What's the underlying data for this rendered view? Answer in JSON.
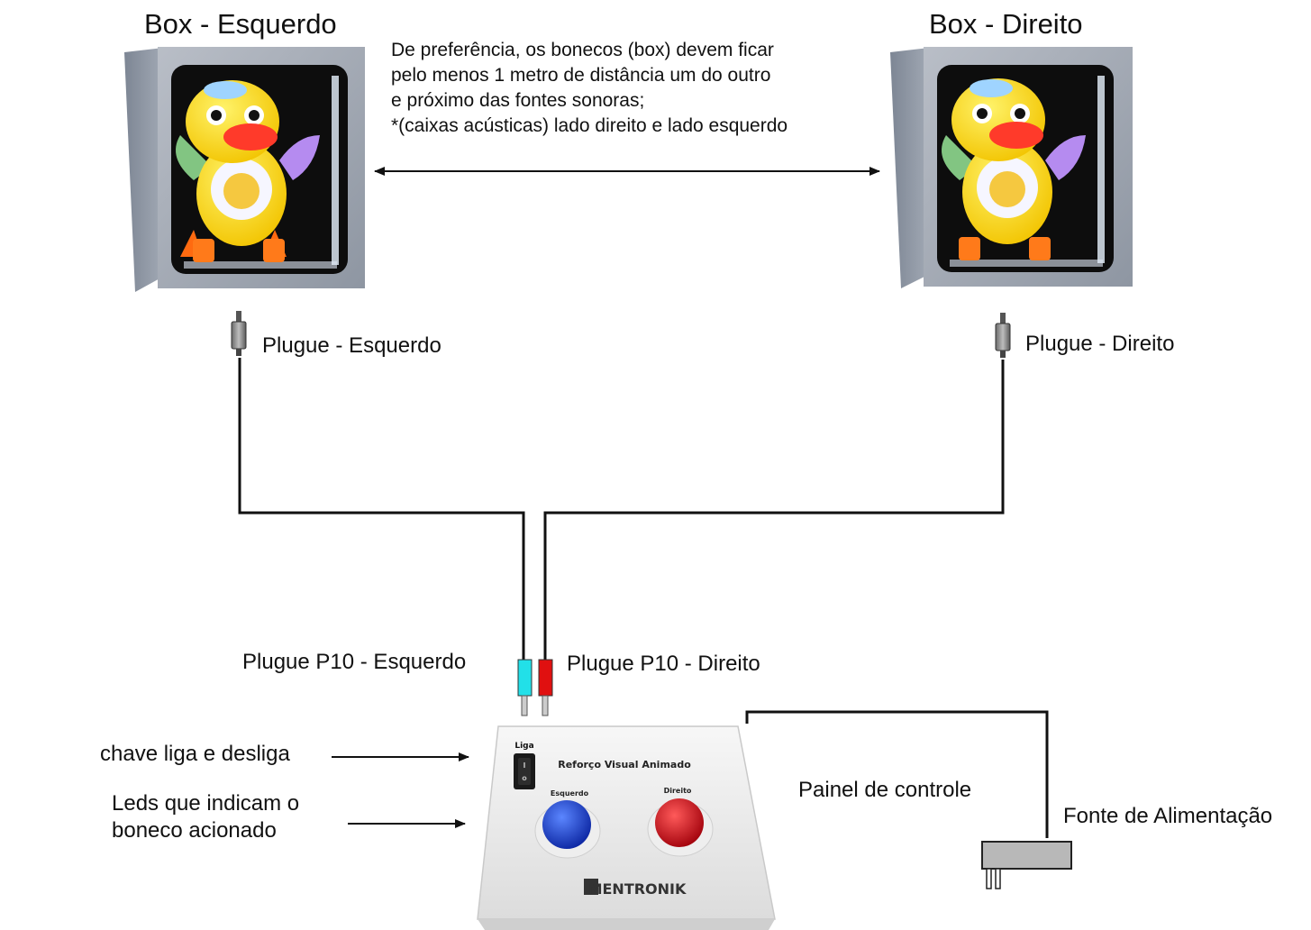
{
  "boxes": {
    "left_title": "Box - Esquerdo",
    "right_title": "Box - Direito"
  },
  "note": {
    "lines": [
      "De preferência, os bonecos (box) devem ficar",
      "pelo menos 1 metro de distância um do outro",
      "e próximo das fontes sonoras;",
      "*(caixas acústicas) lado direito e lado esquerdo"
    ]
  },
  "plugs": {
    "left": "Plugue - Esquerdo",
    "right": "Plugue - Direito",
    "p10_left": "Plugue P10 - Esquerdo",
    "p10_right": "Plugue P10 - Direito",
    "p10_left_color": "#22e0e8",
    "p10_right_color": "#e01010"
  },
  "labels": {
    "switch": "chave liga e desliga",
    "leds_line1": "Leds que indicam o",
    "leds_line2": "boneco acionado",
    "panel": "Painel de controle",
    "power": "Fonte de Alimentação"
  },
  "panel_face": {
    "switch_label": "Liga",
    "title": "Reforço Visual Animado",
    "left_led": "Esquerdo",
    "right_led": "Direito",
    "brand": "MENTRONIK",
    "left_led_color": "#1a3fd0",
    "right_led_color": "#d0101a"
  }
}
